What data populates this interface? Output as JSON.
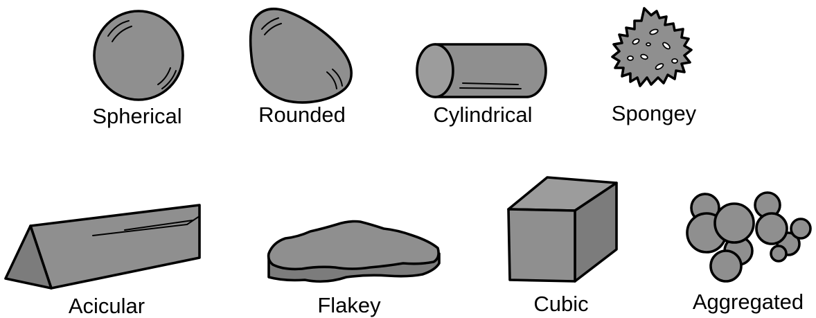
{
  "labels": {
    "spherical": "Spherical",
    "rounded": "Rounded",
    "cylindrical": "Cylindrical",
    "spongey": "Spongey",
    "acicular": "Acicular",
    "flakey": "Flakey",
    "cubic": "Cubic",
    "aggregated": "Aggregated"
  },
  "colors": {
    "fill": "#8f8f8f",
    "outline": "#000000",
    "background": "#ffffff"
  }
}
